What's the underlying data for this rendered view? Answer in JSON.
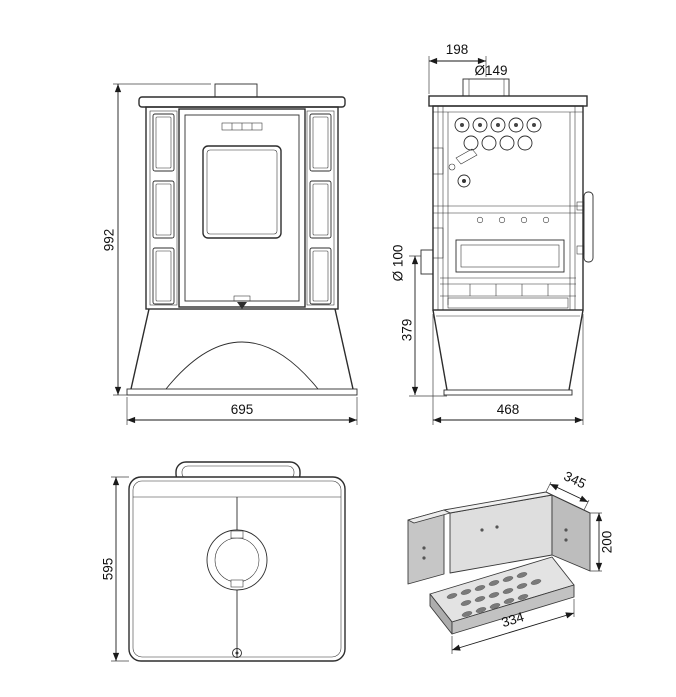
{
  "drawing": {
    "front_view": {
      "height_mm": "992",
      "width_mm": "695"
    },
    "side_view": {
      "flue_offset_mm": "198",
      "top_flue_diameter": "Ø149",
      "rear_flue_diameter": "Ø 100",
      "rear_flue_height_mm": "379",
      "depth_mm": "468"
    },
    "top_view": {
      "depth_mm": "595"
    },
    "firebox_iso_view": {
      "depth_mm": "345",
      "height_mm": "200",
      "width_mm": "334"
    }
  }
}
